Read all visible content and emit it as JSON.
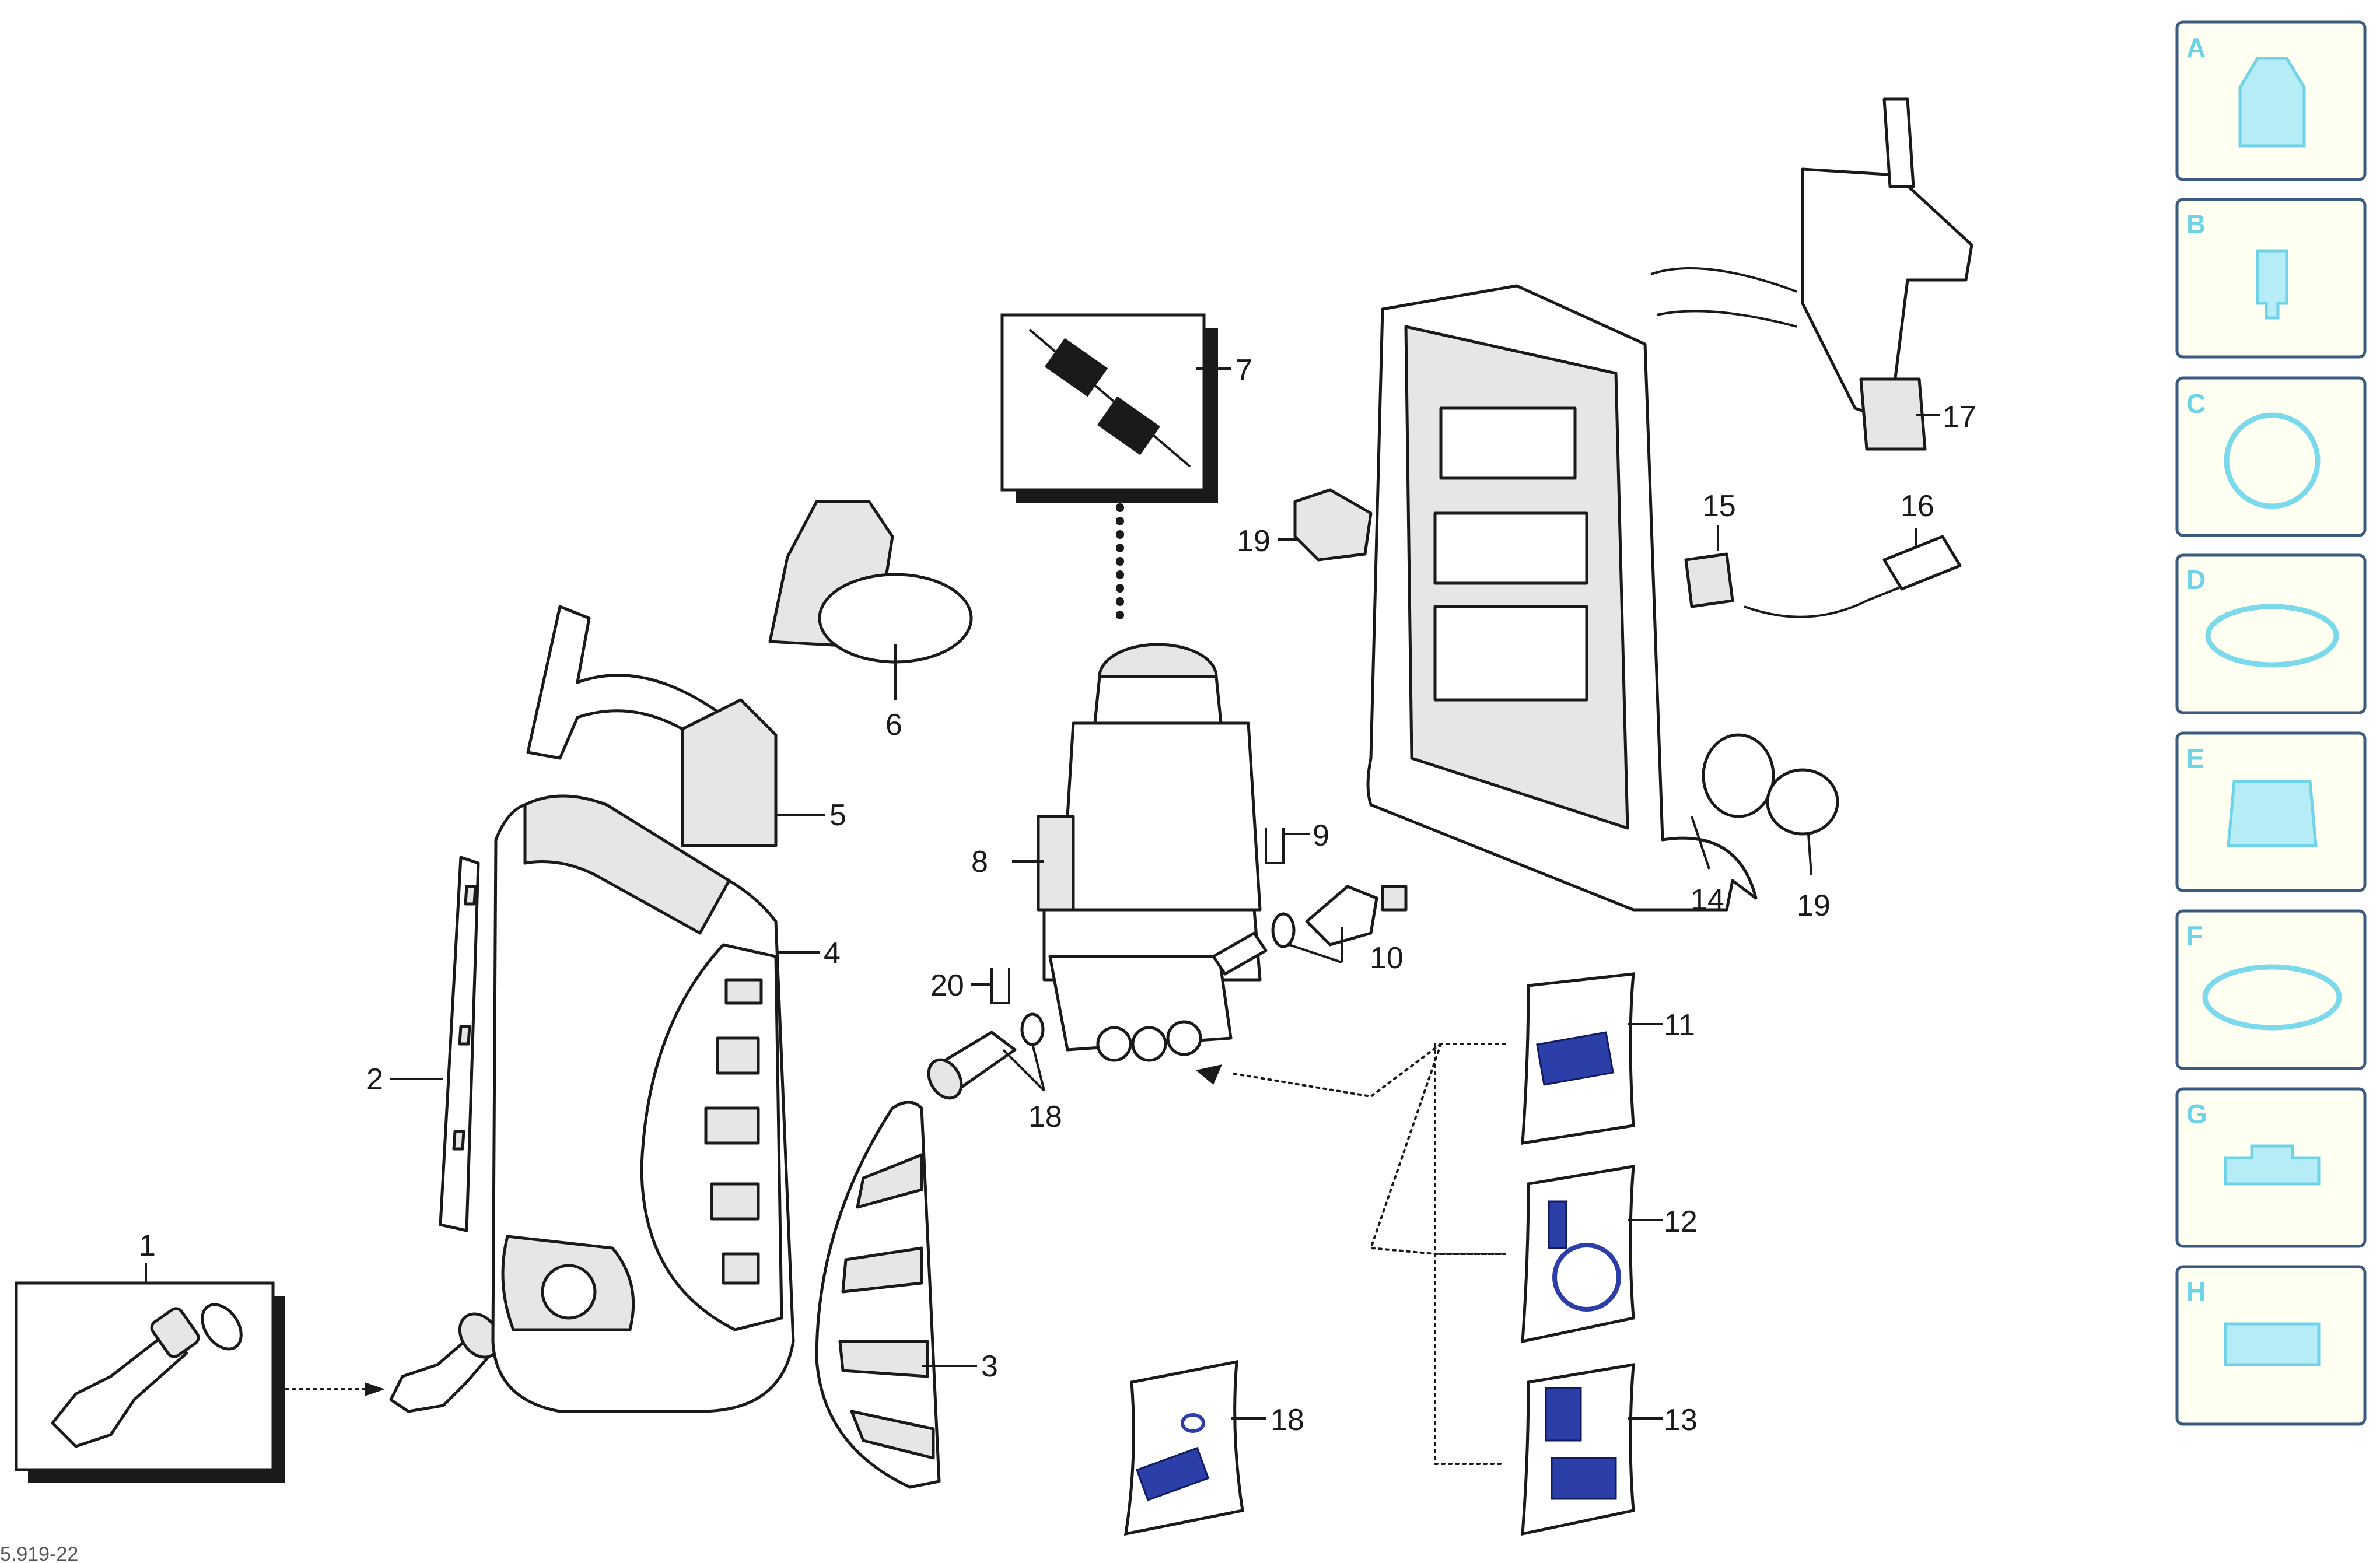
{
  "callouts": {
    "c1": "1",
    "c2": "2",
    "c3": "3",
    "c4": "4",
    "c5": "5",
    "c6": "6",
    "c7": "7",
    "c8": "8",
    "c9": "9",
    "c10": "10",
    "c11": "11",
    "c12": "12",
    "c13": "13",
    "c14": "14",
    "c15": "15",
    "c16": "16",
    "c17": "17",
    "c18a": "18",
    "c18b": "18",
    "c19a": "19",
    "c19b": "19",
    "c20": "20"
  },
  "legend_tiles": [
    "A",
    "B",
    "C",
    "D",
    "E",
    "F",
    "G",
    "H"
  ],
  "footer_code": "5.919-22",
  "colors": {
    "tile_border": "#3a5a80",
    "tile_icon": "#6fd3e8",
    "kit_blue": "#2c3fa8"
  }
}
